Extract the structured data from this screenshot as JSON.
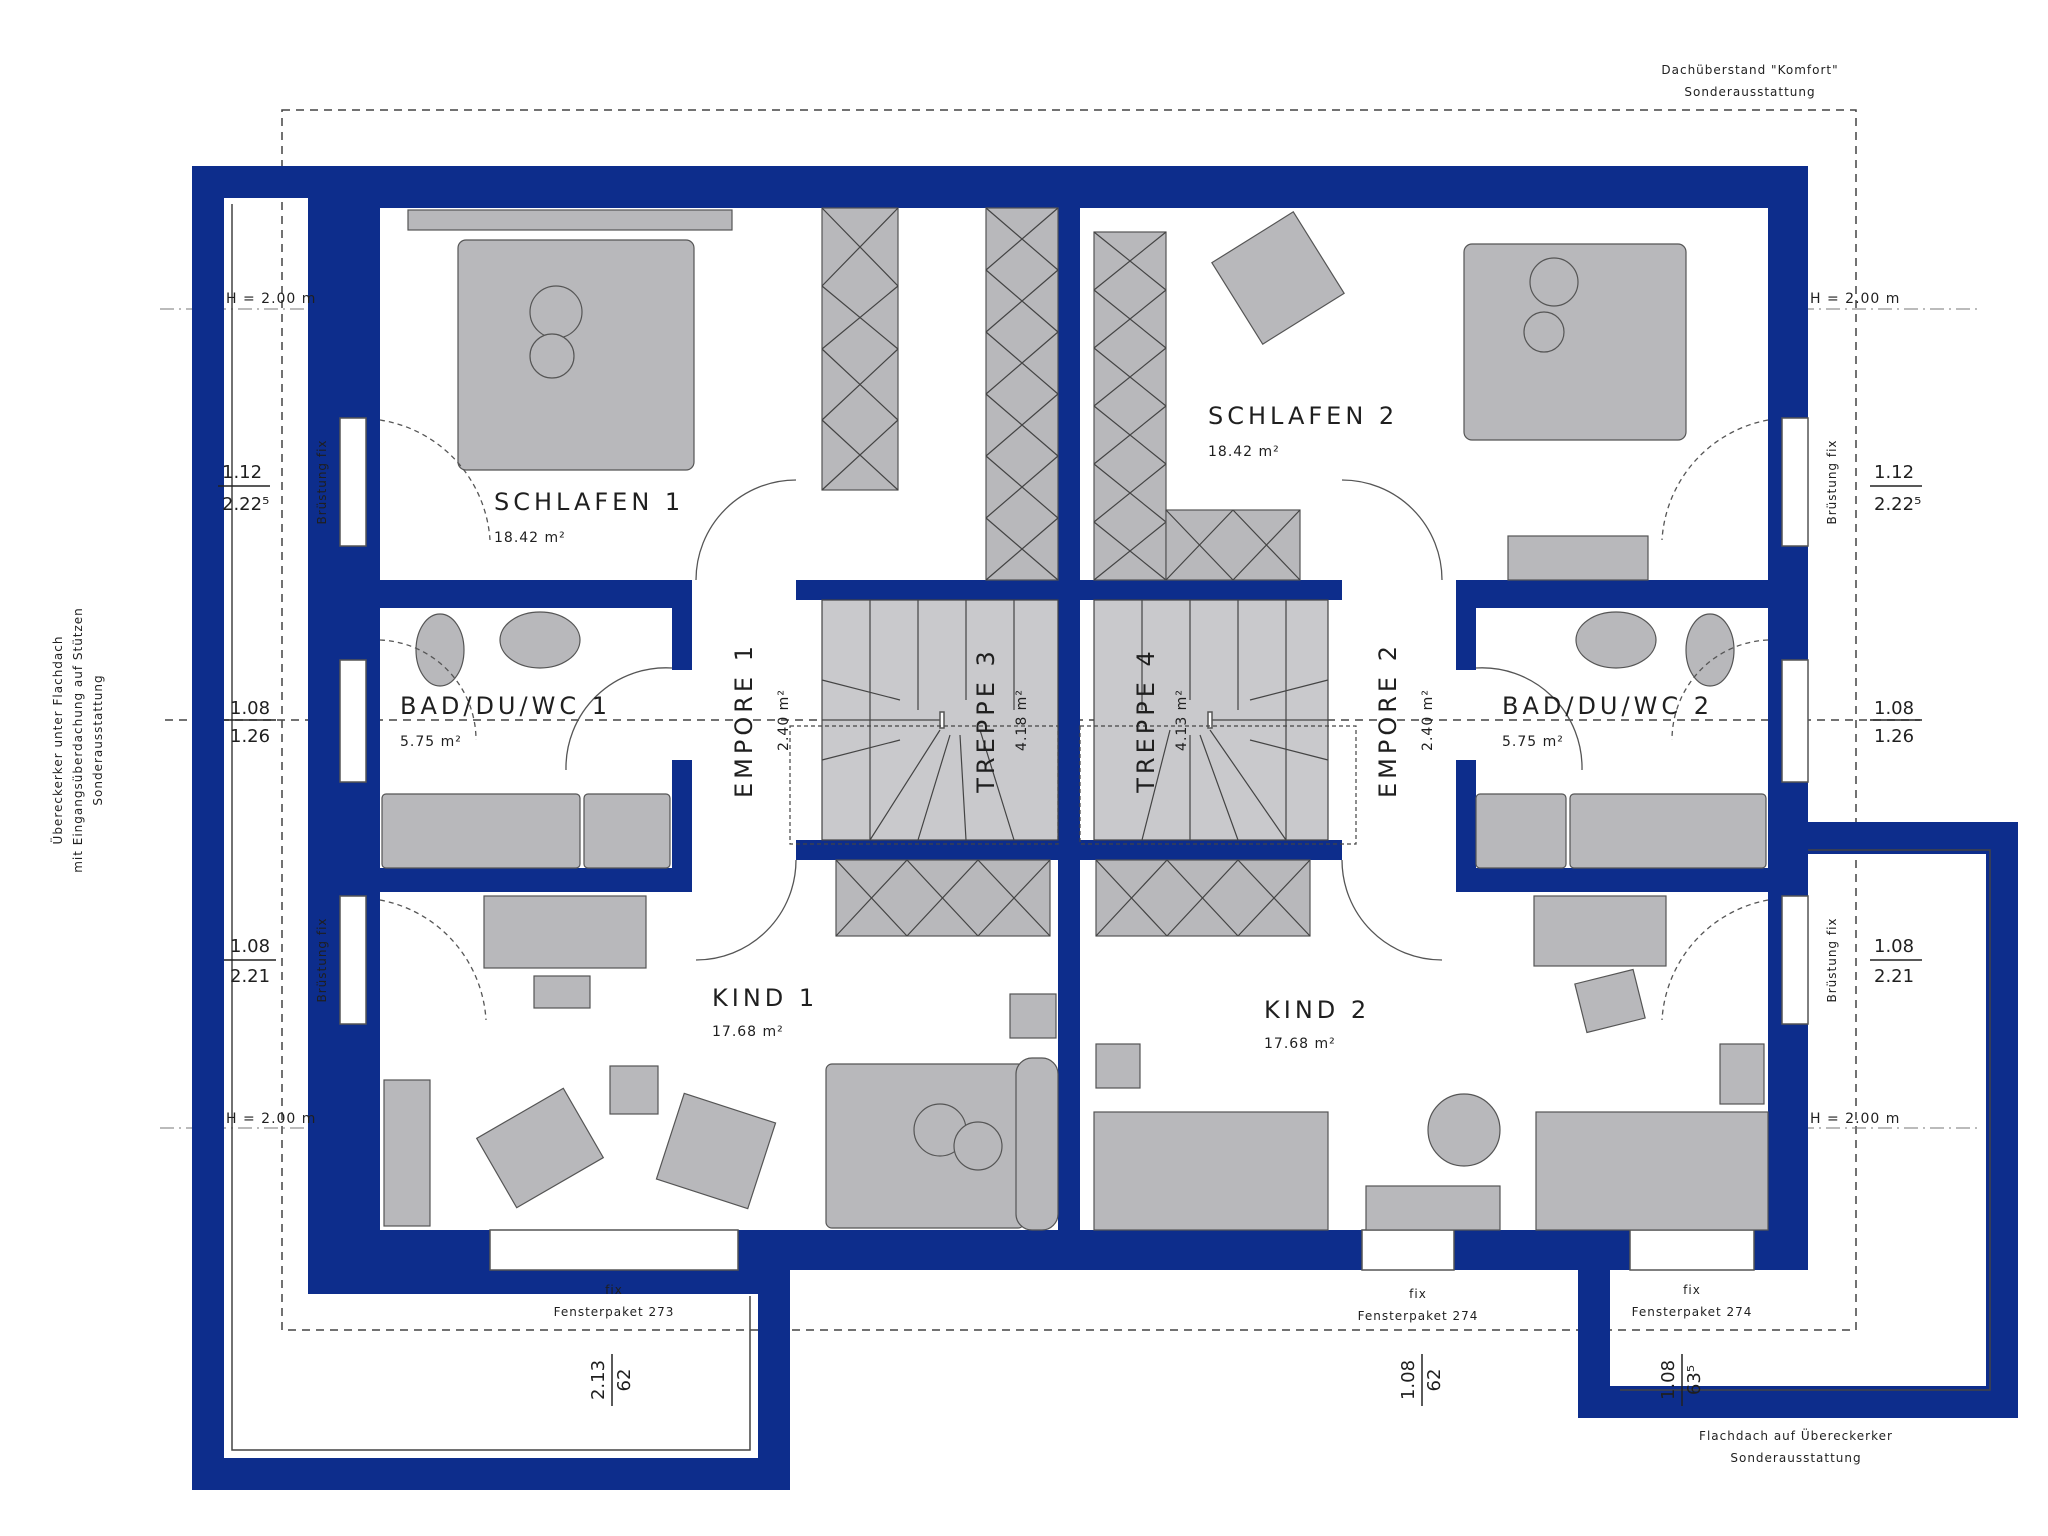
{
  "annotations": {
    "overhang_top": "Dachüberstand \"Komfort\"",
    "overhang_top_sub": "Sonderausstattung",
    "left_side_1": "Übereckerker unter Flachdach",
    "left_side_2": "mit Eingangsüberdachung auf Stützen",
    "left_side_3": "Sonderausstattung",
    "bottom_right_1": "Flachdach auf Übereckerker",
    "bottom_right_2": "Sonderausstattung"
  },
  "rooms": {
    "schlafen1": {
      "name": "SCHLAFEN 1",
      "area": "18.42 m²"
    },
    "schlafen2": {
      "name": "SCHLAFEN 2",
      "area": "18.42 m²"
    },
    "bad1": {
      "name": "BAD/DU/WC 1",
      "area": "5.75 m²"
    },
    "bad2": {
      "name": "BAD/DU/WC 2",
      "area": "5.75 m²"
    },
    "kind1": {
      "name": "KIND 1",
      "area": "17.68 m²"
    },
    "kind2": {
      "name": "KIND 2",
      "area": "17.68 m²"
    },
    "empore1": {
      "name": "EMPORE 1",
      "area": "2.40 m²"
    },
    "empore2": {
      "name": "EMPORE 2",
      "area": "2.40 m²"
    },
    "treppe3": {
      "name": "TREPPE 3",
      "area": "4.18 m²"
    },
    "treppe4": {
      "name": "TREPPE 4",
      "area": "4.13 m²"
    }
  },
  "height_labels": {
    "tl": "H = 2.00 m",
    "tr": "H = 2.00 m",
    "bl": "H = 2.00 m",
    "br": "H = 2.00 m"
  },
  "window_labels": {
    "brustung": "Brüstung fix",
    "fix": "fix",
    "paket_273": "Fensterpaket 273",
    "paket_274": "Fensterpaket 274"
  },
  "dimensions": {
    "left_top": [
      "1.12",
      "2.22⁵"
    ],
    "left_mid": [
      "1.08",
      "1.26"
    ],
    "left_bottom": [
      "1.08",
      "2.21"
    ],
    "right_top": [
      "1.12",
      "2.22⁵"
    ],
    "right_mid": [
      "1.08",
      "1.26"
    ],
    "right_bottom": [
      "1.08",
      "2.21"
    ],
    "bottom_left": [
      "2.13",
      "62"
    ],
    "bottom_mid": [
      "1.08",
      "62"
    ],
    "bottom_right": [
      "1.08",
      "63⁵"
    ]
  },
  "colors": {
    "wall": "#0d2d8c",
    "furniture": "#b8b8bb"
  }
}
